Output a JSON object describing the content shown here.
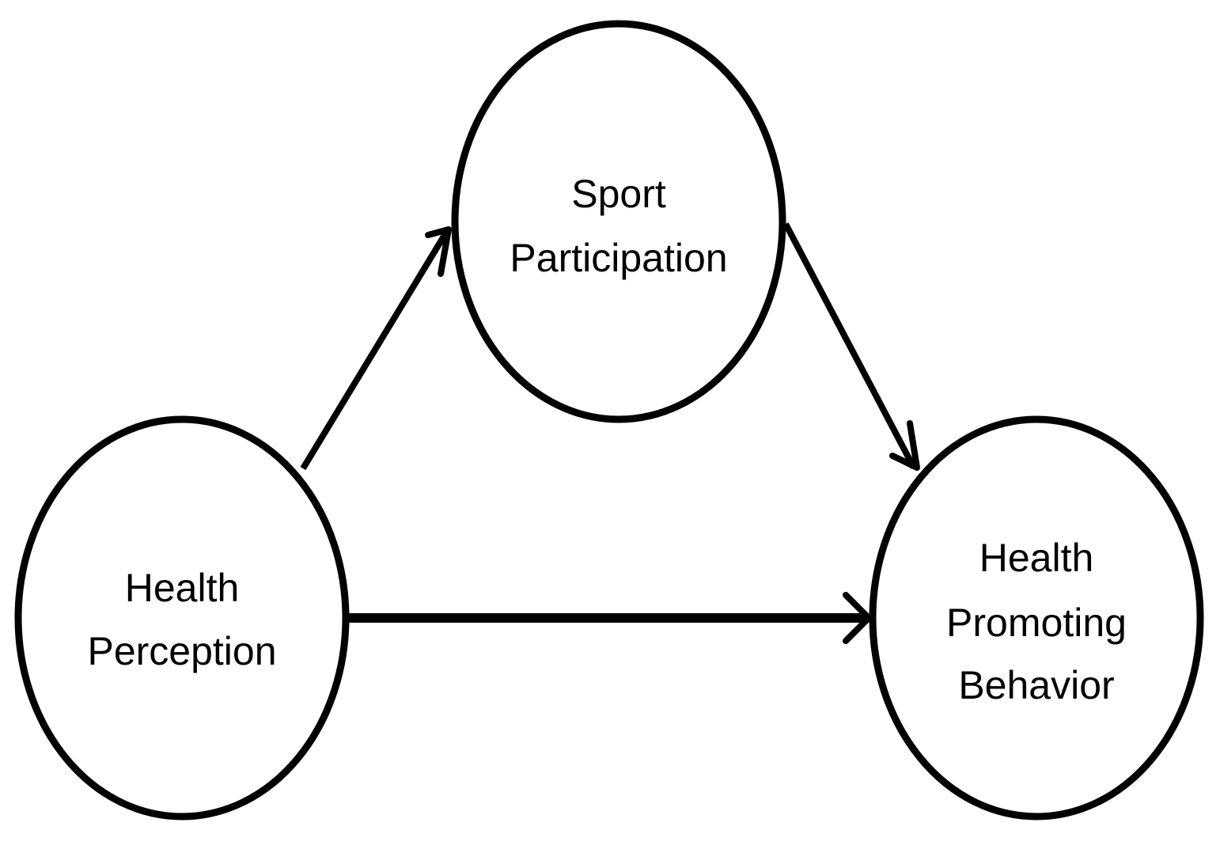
{
  "diagram": {
    "nodes": {
      "sport_participation": {
        "line1": "Sport",
        "line2": "Participation"
      },
      "health_perception": {
        "line1": "Health",
        "line2": "Perception"
      },
      "health_promoting_behavior": {
        "line1": "Health",
        "line2": "Promoting",
        "line3": "Behavior"
      }
    },
    "edges": [
      {
        "from": "Health Perception",
        "to": "Sport Participation"
      },
      {
        "from": "Sport Participation",
        "to": "Health Promoting Behavior"
      },
      {
        "from": "Health Perception",
        "to": "Health Promoting Behavior"
      }
    ],
    "colors": {
      "stroke": "#000000",
      "fill": "#ffffff"
    }
  }
}
